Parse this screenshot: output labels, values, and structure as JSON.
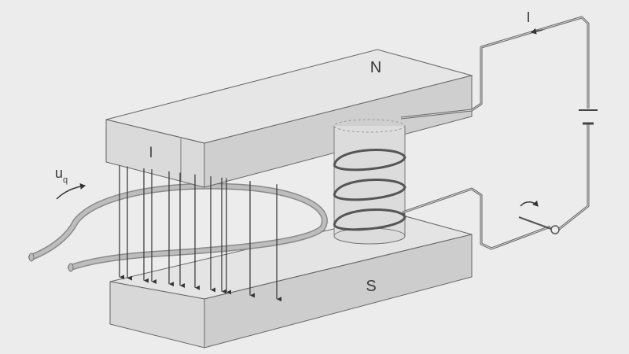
{
  "diagram": {
    "labels": {
      "north_pole": "N",
      "south_pole": "S",
      "current": "I",
      "conductor_length": "l",
      "voltage_main": "u",
      "voltage_sub": "q"
    },
    "field_line_count": 12,
    "coil_turns": 3,
    "colors": {
      "background": "#ececec",
      "magnet_top": "#e2e2e2",
      "magnet_front": "#d6d6d6",
      "magnet_side": "#c9c9c9",
      "outline": "#555555",
      "wire": "#9a9a9a",
      "field_line": "#333333",
      "core": "#dadada"
    }
  }
}
